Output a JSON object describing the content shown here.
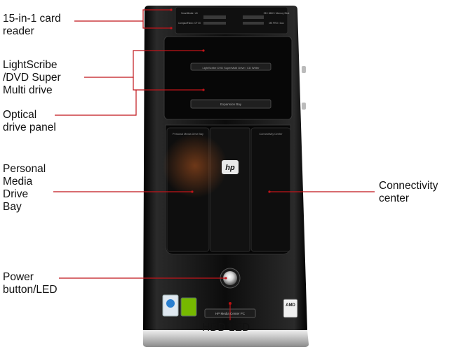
{
  "callouts": {
    "card_reader": [
      "15-in-1 card",
      "reader"
    ],
    "lightscribe": [
      "LightScribe",
      "/DVD Super",
      "Multi drive"
    ],
    "optical_panel": [
      "Optical",
      "drive panel"
    ],
    "media_bay": [
      "Personal",
      "Media",
      "Drive",
      "Bay"
    ],
    "connectivity": [
      "Connectivity",
      "center"
    ],
    "power": [
      "Power",
      "button/LED"
    ],
    "hdd_led": "HDD LED"
  },
  "device_text": {
    "dvd_label": "LightScribe DVD SuperMulti Drive / CD Writer",
    "expansion_bay": "Expansion Bay",
    "media_bay_label": "Personal Media Drive Bay",
    "connectivity_label": "Connectivity Center",
    "hp_logo": "hp",
    "model": "HP Media Center PC",
    "amd_badge": "AMD",
    "card_left_top": "SmartMedia / xD",
    "card_left_bottom": "CompactFlash / CF I/II",
    "card_right_top": "SD / MMC / Memory Stick",
    "card_right_bottom": "MS PRO / Duo"
  },
  "colors": {
    "leader_line": "#c0141a",
    "case_body": "#0d0d0d",
    "bezel": "#1c1c1c",
    "silver_base": "#c8c8c8"
  }
}
